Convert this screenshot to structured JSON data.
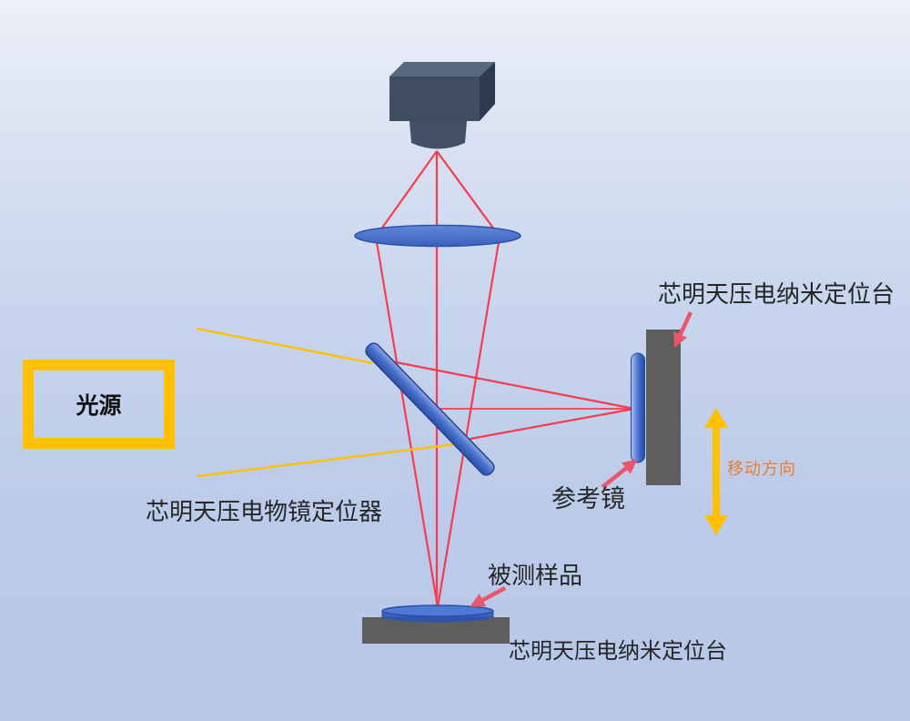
{
  "diagram": {
    "labels": {
      "light_source": "光源",
      "objective_positioner": "芯明天压电物镜定位器",
      "nano_stage_top": "芯明天压电纳米定位台",
      "reference_mirror": "参考镜",
      "move_direction": "移动方向",
      "sample_under_test": "被测样品",
      "nano_stage_bottom": "芯明天压电纳米定位台"
    },
    "components": [
      "camera",
      "imaging-lens",
      "beam-splitter",
      "reference-mirror",
      "piezo-nano-stage-right",
      "piezo-nano-stage-bottom",
      "sample-disc",
      "light-source-box",
      "move-direction-arrow"
    ],
    "colors": {
      "background_top": "#ecf0f9",
      "background_bottom": "#b7c7e7",
      "ray_red": "#f93b51",
      "beam_yellow": "#ffc000",
      "annotation_pink": "#e9566b",
      "stage_gray": "#5e5e5e",
      "optic_blue": "#4470ca",
      "optic_blue_dark": "#2d52a8",
      "camera_body": "#3f4d63",
      "label_text": "#262626",
      "move_direction_text": "#e87e2e"
    }
  }
}
